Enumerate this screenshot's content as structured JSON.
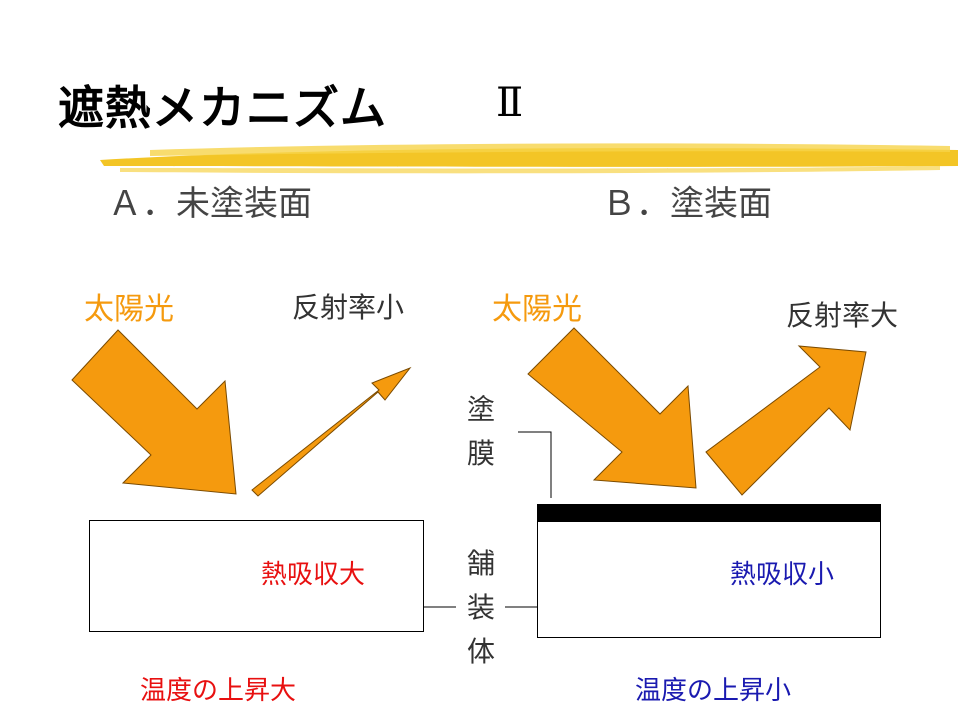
{
  "title": {
    "main": "遮熱メカニズム",
    "numeral": "Ⅱ"
  },
  "panel_a": {
    "heading": "Ａ．未塗装面",
    "sunlight_label": "太陽光",
    "reflectance_label": "反射率小",
    "heat_label": "熱吸収大",
    "temperature_label": "温度の上昇大"
  },
  "panel_b": {
    "heading": "Ｂ．塗装面",
    "sunlight_label": "太陽光",
    "reflectance_label": "反射率大",
    "heat_label": "熱吸収小",
    "temperature_label": "温度の上昇小"
  },
  "callouts": {
    "coating": [
      "塗",
      "膜"
    ],
    "pavement": [
      "舗",
      "装",
      "体"
    ]
  },
  "colors": {
    "sunlight": "#f59a0e",
    "heat_arrow": "#ee1111",
    "highlight_stroke": "#f2c21a"
  }
}
